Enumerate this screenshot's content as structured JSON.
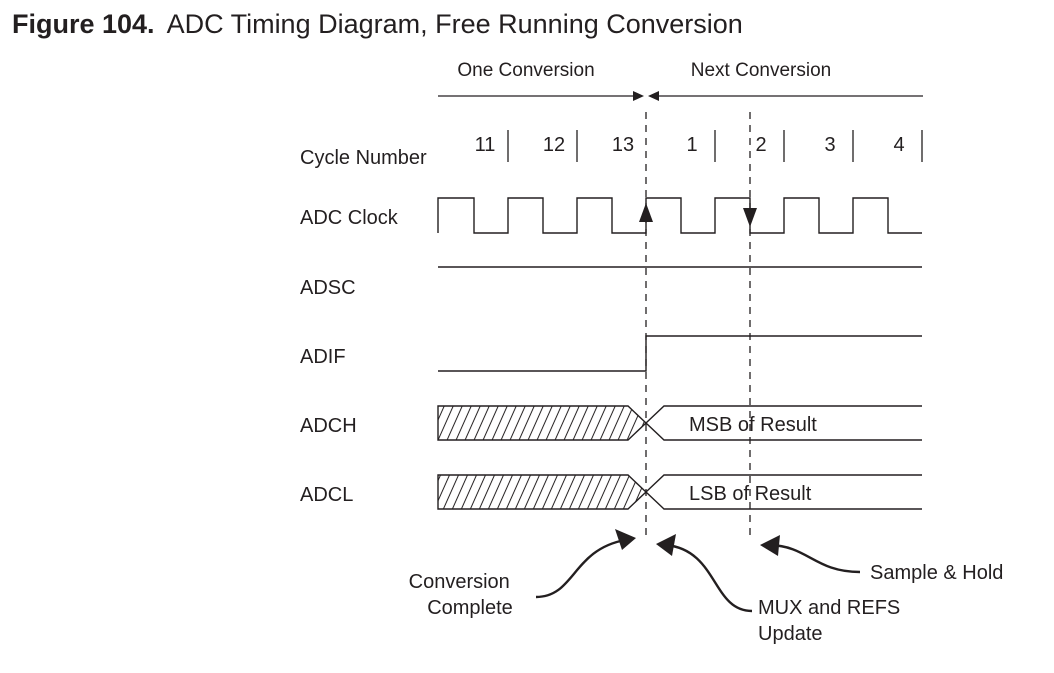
{
  "figure": {
    "number_label": "Figure 104.",
    "title": "ADC Timing Diagram, Free Running Conversion"
  },
  "phases": {
    "one": "One Conversion",
    "next": "Next Conversion"
  },
  "cycle_row_label": "Cycle Number",
  "cycles": [
    "11",
    "12",
    "13",
    "1",
    "2",
    "3",
    "4"
  ],
  "signals": {
    "adc_clock": "ADC Clock",
    "adsc": "ADSC",
    "adif": "ADIF",
    "adch": "ADCH",
    "adcl": "ADCL"
  },
  "bus_values": {
    "adch": "MSB of Result",
    "adcl": "LSB of Result"
  },
  "annotations": {
    "conversion_complete": [
      "Conversion",
      "Complete"
    ],
    "mux_refs_update": [
      "MUX and REFS",
      "Update"
    ],
    "sample_hold": "Sample & Hold"
  },
  "colors": {
    "ink": "#231f20"
  }
}
